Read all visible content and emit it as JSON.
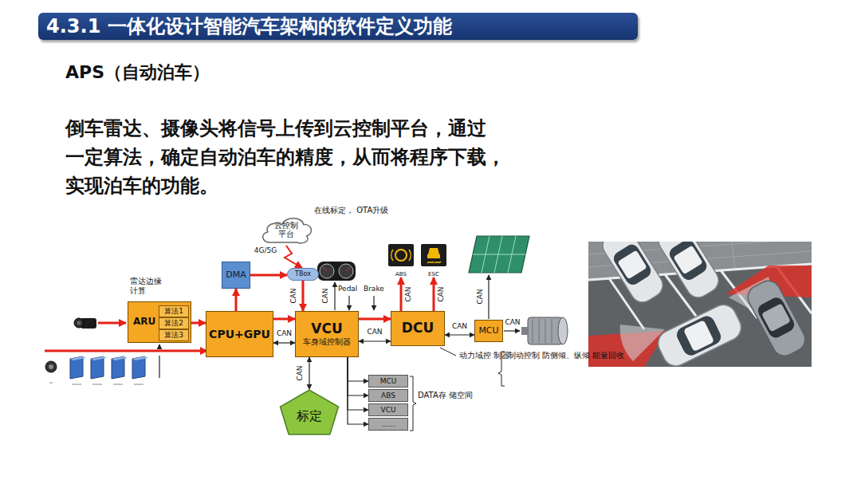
{
  "diagram": {
    "title": "4.3.1 一体化设计智能汽车架构的软件定义功能",
    "nodes": [
      {
        "text": [
          "云控制 平台"
        ]
      },
      {
        "text": [
          "雷达边缘 计算",
          "ARU"
        ]
      },
      {
        "text": [
          "算法1"
        ],
        "in": 1
      },
      {
        "text": [
          "算法2"
        ],
        "in": 1
      },
      {
        "text": [
          "算法3"
        ],
        "in": 1
      },
      {
        "text": [
          "DMA"
        ]
      },
      {
        "text": [
          "TBox"
        ]
      },
      {
        "text": [
          "CPU+GPU"
        ]
      },
      {
        "text": [
          "VCU",
          "车身域控制器"
        ]
      },
      {
        "text": [
          "DCU"
        ]
      },
      {
        "text": [
          "MCU"
        ]
      },
      {
        "text": [
          "ABS"
        ]
      },
      {
        "text": [
          "ESC"
        ]
      },
      {
        "text": [
          "标定"
        ]
      },
      {
        "text": [
          "MCU"
        ]
      },
      {
        "text": [
          "ABS"
        ]
      },
      {
        "text": [
          "VCU"
        ]
      },
      {
        "text": [
          "......"
        ]
      }
    ],
    "edges": [
      {
        "from": 0,
        "to": 6,
        "arrow": "to",
        "label": "4G/5G"
      },
      {
        "from": 1,
        "to": 7,
        "arrow": "to"
      },
      {
        "from": 7,
        "to": 5,
        "arrow": "to"
      },
      {
        "from": 5,
        "to": 6,
        "arrow": "to"
      },
      {
        "from": 6,
        "to": 8,
        "arrow": "to",
        "label": "CAN"
      },
      {
        "from": 7,
        "to": 8,
        "arrow": "to"
      },
      {
        "from": 7,
        "to": 8,
        "arrow": "both",
        "label": "CAN"
      },
      {
        "from": 8,
        "to": 9,
        "arrow": "to"
      },
      {
        "from": 8,
        "to": 9,
        "arrow": "both",
        "label": "CAN"
      },
      {
        "from": 9,
        "to": 10,
        "arrow": "both",
        "label": "CAN"
      },
      {
        "from": 9,
        "to": 11,
        "arrow": "to",
        "label": "CAN"
      },
      {
        "from": 9,
        "to": 12,
        "arrow": "to",
        "label": "CAN"
      },
      {
        "from": 8,
        "to": 13,
        "arrow": "both",
        "label": "CAN"
      },
      {
        "from": 8,
        "to": 14,
        "arrow": "to"
      },
      {
        "from": 8,
        "to": 15,
        "arrow": "to"
      },
      {
        "from": 8,
        "to": 16,
        "arrow": "to"
      },
      {
        "from": 8,
        "to": 17,
        "arrow": "to"
      }
    ],
    "labels": [
      "APS（自动泊车）",
      "倒车雷达、摄像头将信号上传到云控制平台，通过 一定算法，确定自动泊车的精度，从而将程序下载， 实现泊车的功能。",
      "在线标定， OTA升级",
      "CAN",
      "Pedal",
      "Brake",
      "CAN",
      "CAN",
      "动力域控 制器",
      "制动控制 防侧倾、纵倾 能量回收",
      "DATA存 储空间"
    ]
  }
}
